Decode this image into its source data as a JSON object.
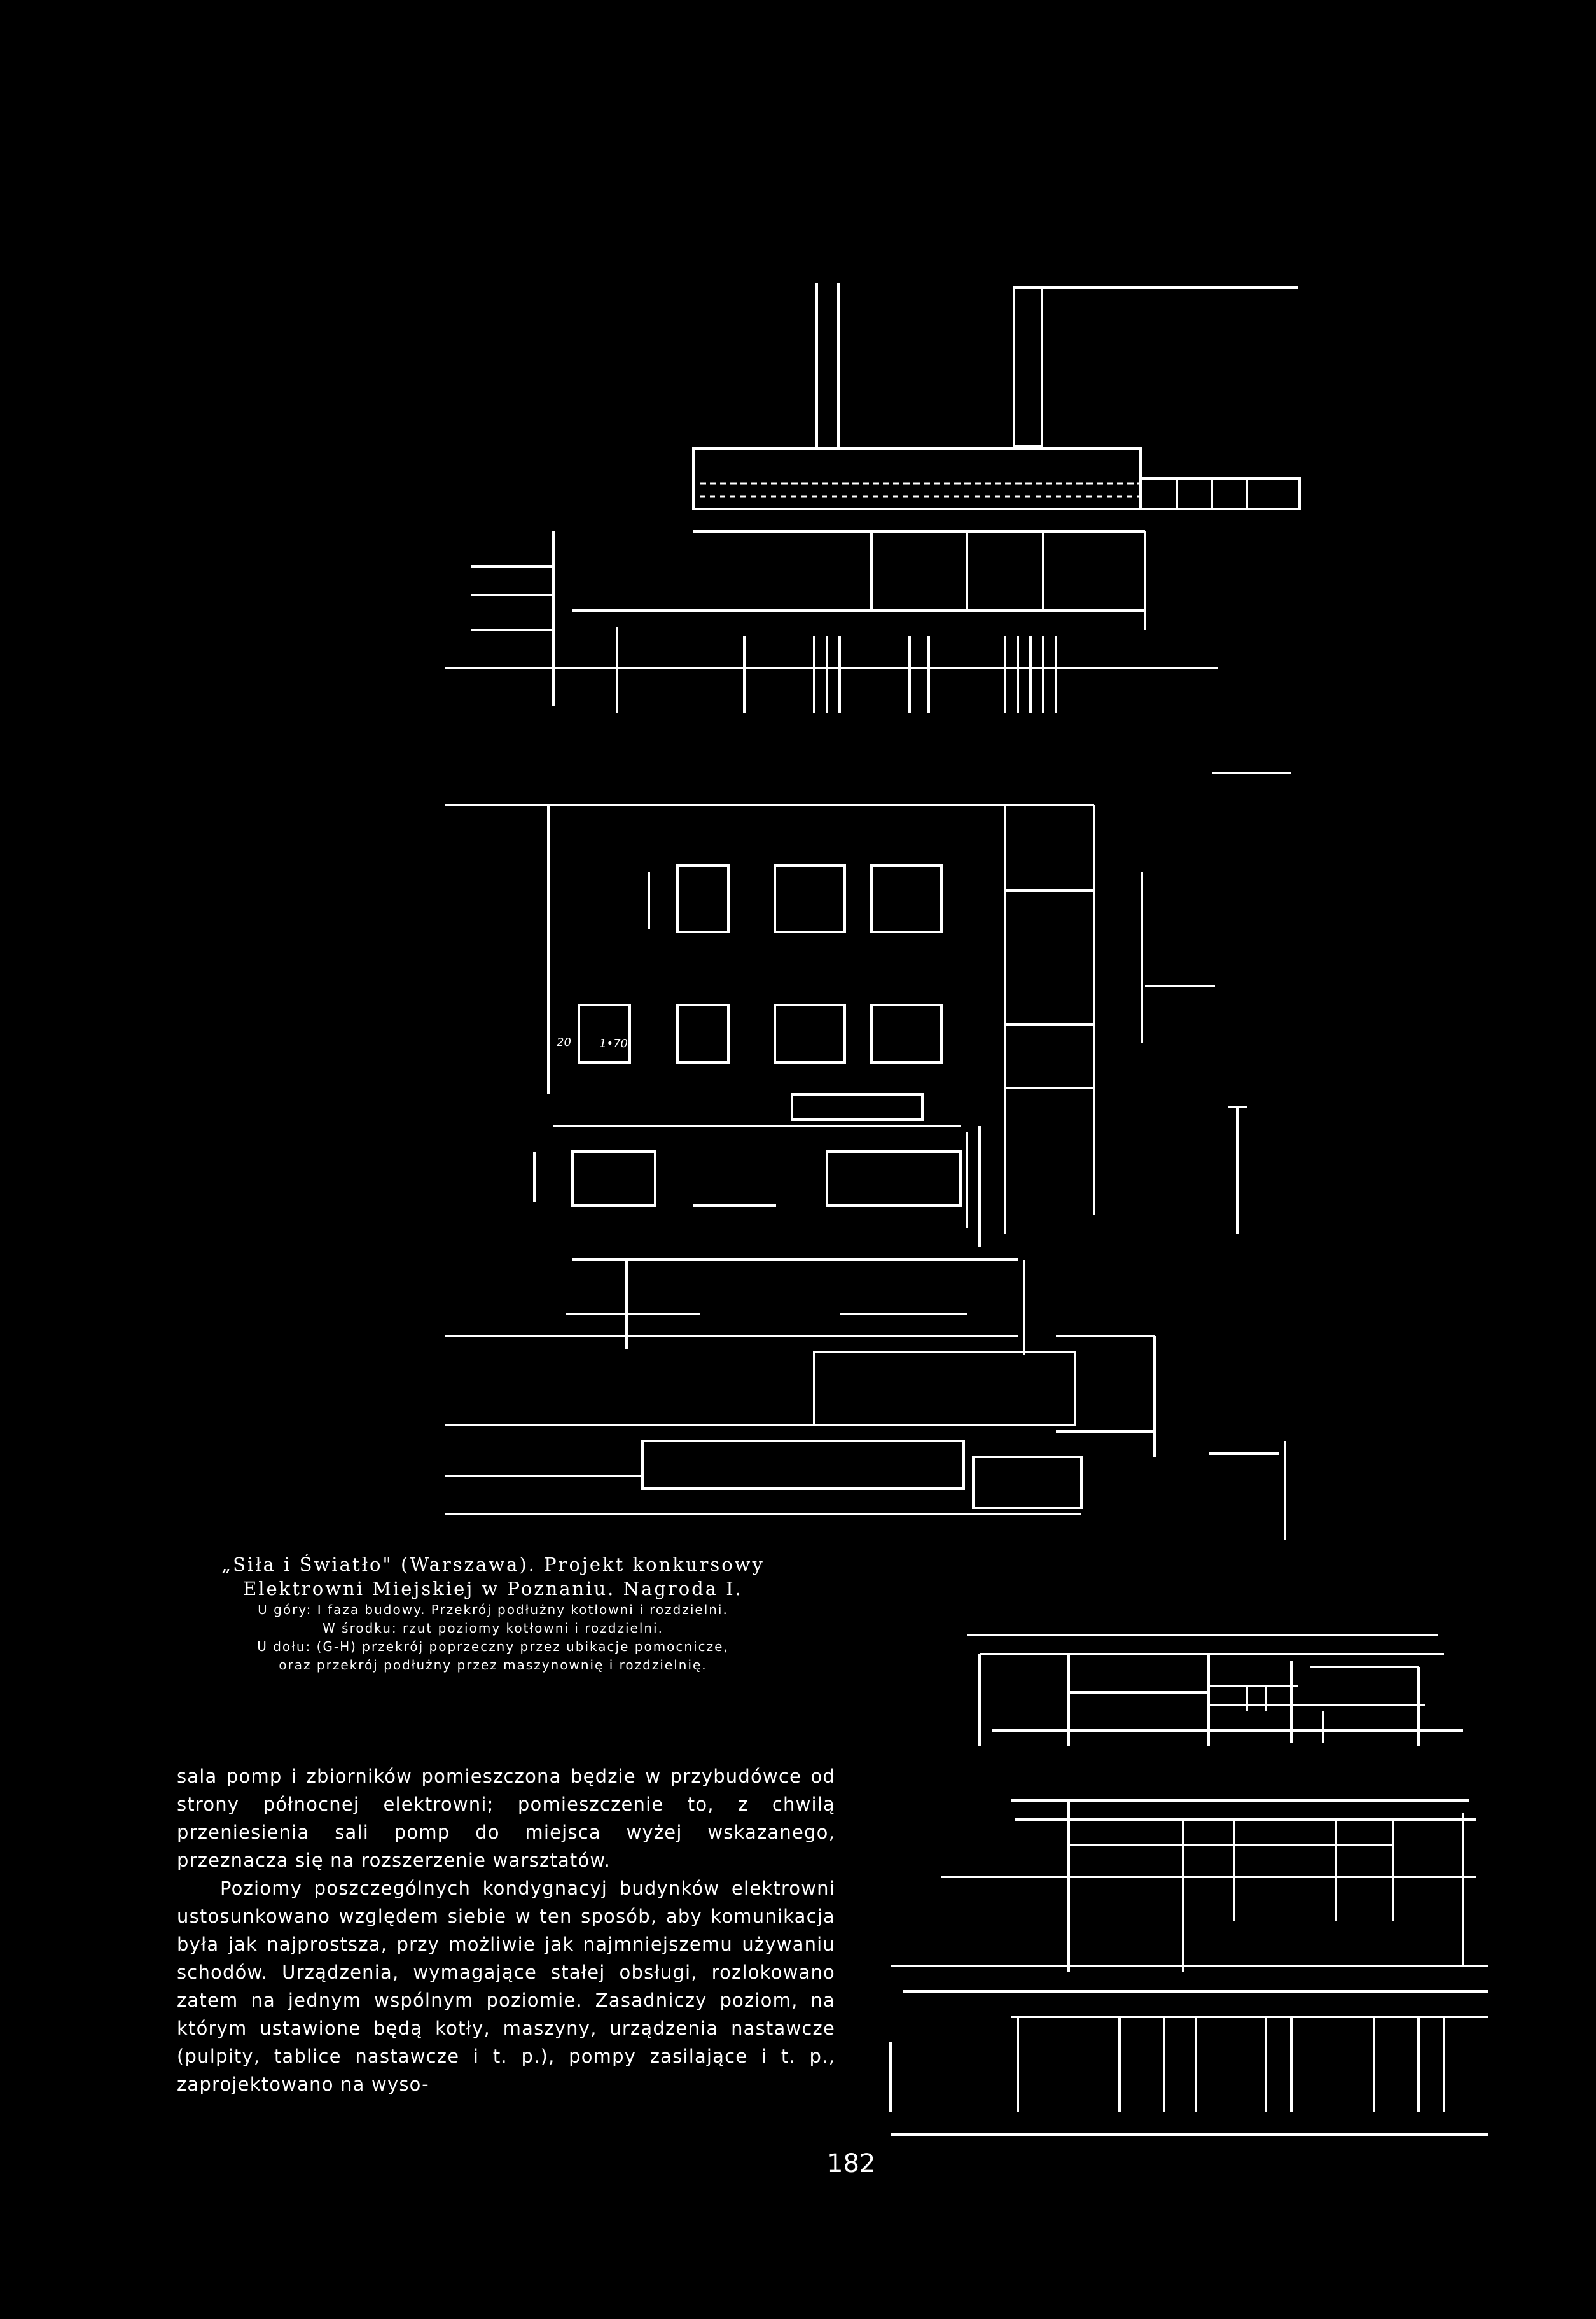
{
  "caption": {
    "title": "„Siła i Światło\" (Warszawa). Projekt konkursowy",
    "subtitle": "Elektrowni Miejskiej w Poznaniu. Nagroda I.",
    "lines": [
      "U góry: I faza budowy. Przekrój podłużny kotłowni i rozdzielni.",
      "W środku: rzut poziomy kotłowni i rozdzielni.",
      "U dołu: (G-H) przekrój poprzeczny przez ubikacje pomocnicze,",
      "oraz przekrój podłużny przez maszynownię i rozdzielnię."
    ]
  },
  "body": {
    "paragraphs": [
      "sala pomp i zbiorników pomieszczona będzie w przybudówce od strony północnej elektrowni; pomieszczenie to, z chwilą przeniesienia sali pomp do miejsca wyżej wskazanego, przeznacza się na rozszerzenie warsztatów.",
      "Poziomy poszczególnych kondygnacyj budynków elektrowni ustosunkowano względem siebie w ten sposób, aby komunikacja była jak najprostsza, przy możliwie jak najmniejszemu używaniu schodów. Urządzenia, wymagające stałej obsługi, rozlokowano zatem na jednym wspólnym poziomie. Zasadniczy poziom, na którym ustawione będą kotły, maszyny, urządzenia nastawcze (pulpity, tablice nastawcze i t. p.), pompy zasilające i t. p., zaprojektowano na wyso-"
    ]
  },
  "plan_labels": {
    "left": "20",
    "right": "1•70"
  },
  "page_number": "182",
  "colors": {
    "background": "#000000",
    "ink": "#ffffff"
  }
}
